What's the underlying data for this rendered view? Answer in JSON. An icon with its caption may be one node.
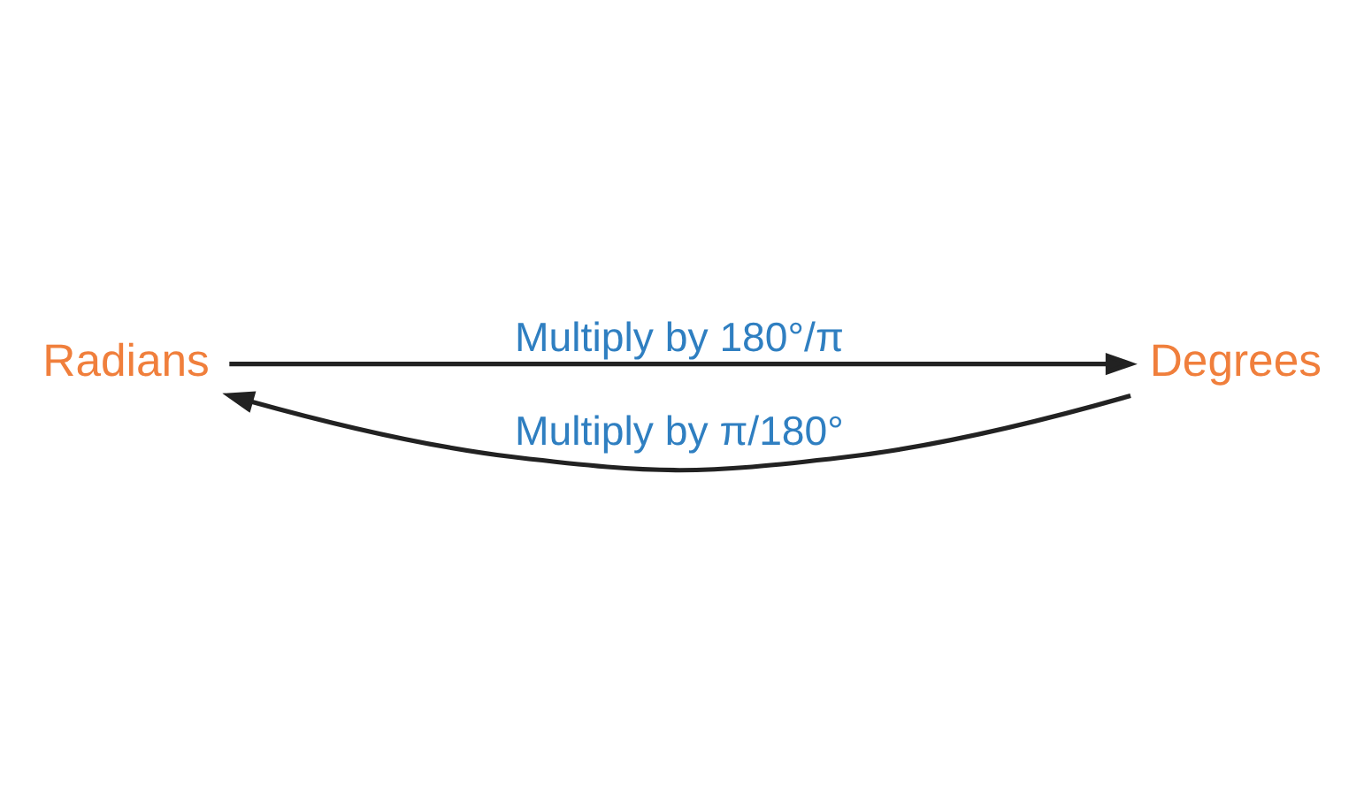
{
  "diagram": {
    "nodes": [
      {
        "text": [
          "Radians"
        ]
      },
      {
        "text": [
          "Degrees"
        ]
      }
    ],
    "edges": [
      {
        "from": 0,
        "to": 1,
        "arrow": "to",
        "label": "Multiply by 180°/π"
      },
      {
        "from": 1,
        "to": 0,
        "arrow": "to",
        "label": "Multiply by π/180°"
      }
    ]
  }
}
